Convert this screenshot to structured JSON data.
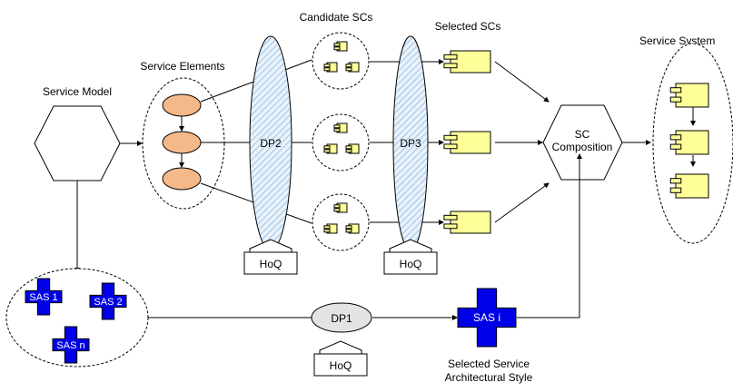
{
  "labels": {
    "service_model": "Service Model",
    "service_elements": "Service Elements",
    "candidate_scs": "Candidate SCs",
    "selected_scs": "Selected SCs",
    "service_system": "Service System",
    "dp1": "DP1",
    "dp2": "DP2",
    "dp3": "DP3",
    "hoq": "HoQ",
    "sc_composition_1": "SC",
    "sc_composition_2": "Composition",
    "selected_style_1": "Selected Service",
    "selected_style_2": "Architectural Style"
  },
  "sas_styles": [
    "SAS 1",
    "SAS 2",
    "SAS n"
  ],
  "selected_sas": "SAS i",
  "colors": {
    "ellipse_fill": "#f5b889",
    "component_fill": "#ffff99",
    "sas_fill": "#0000e6",
    "hatch": "#9ec5e5"
  }
}
